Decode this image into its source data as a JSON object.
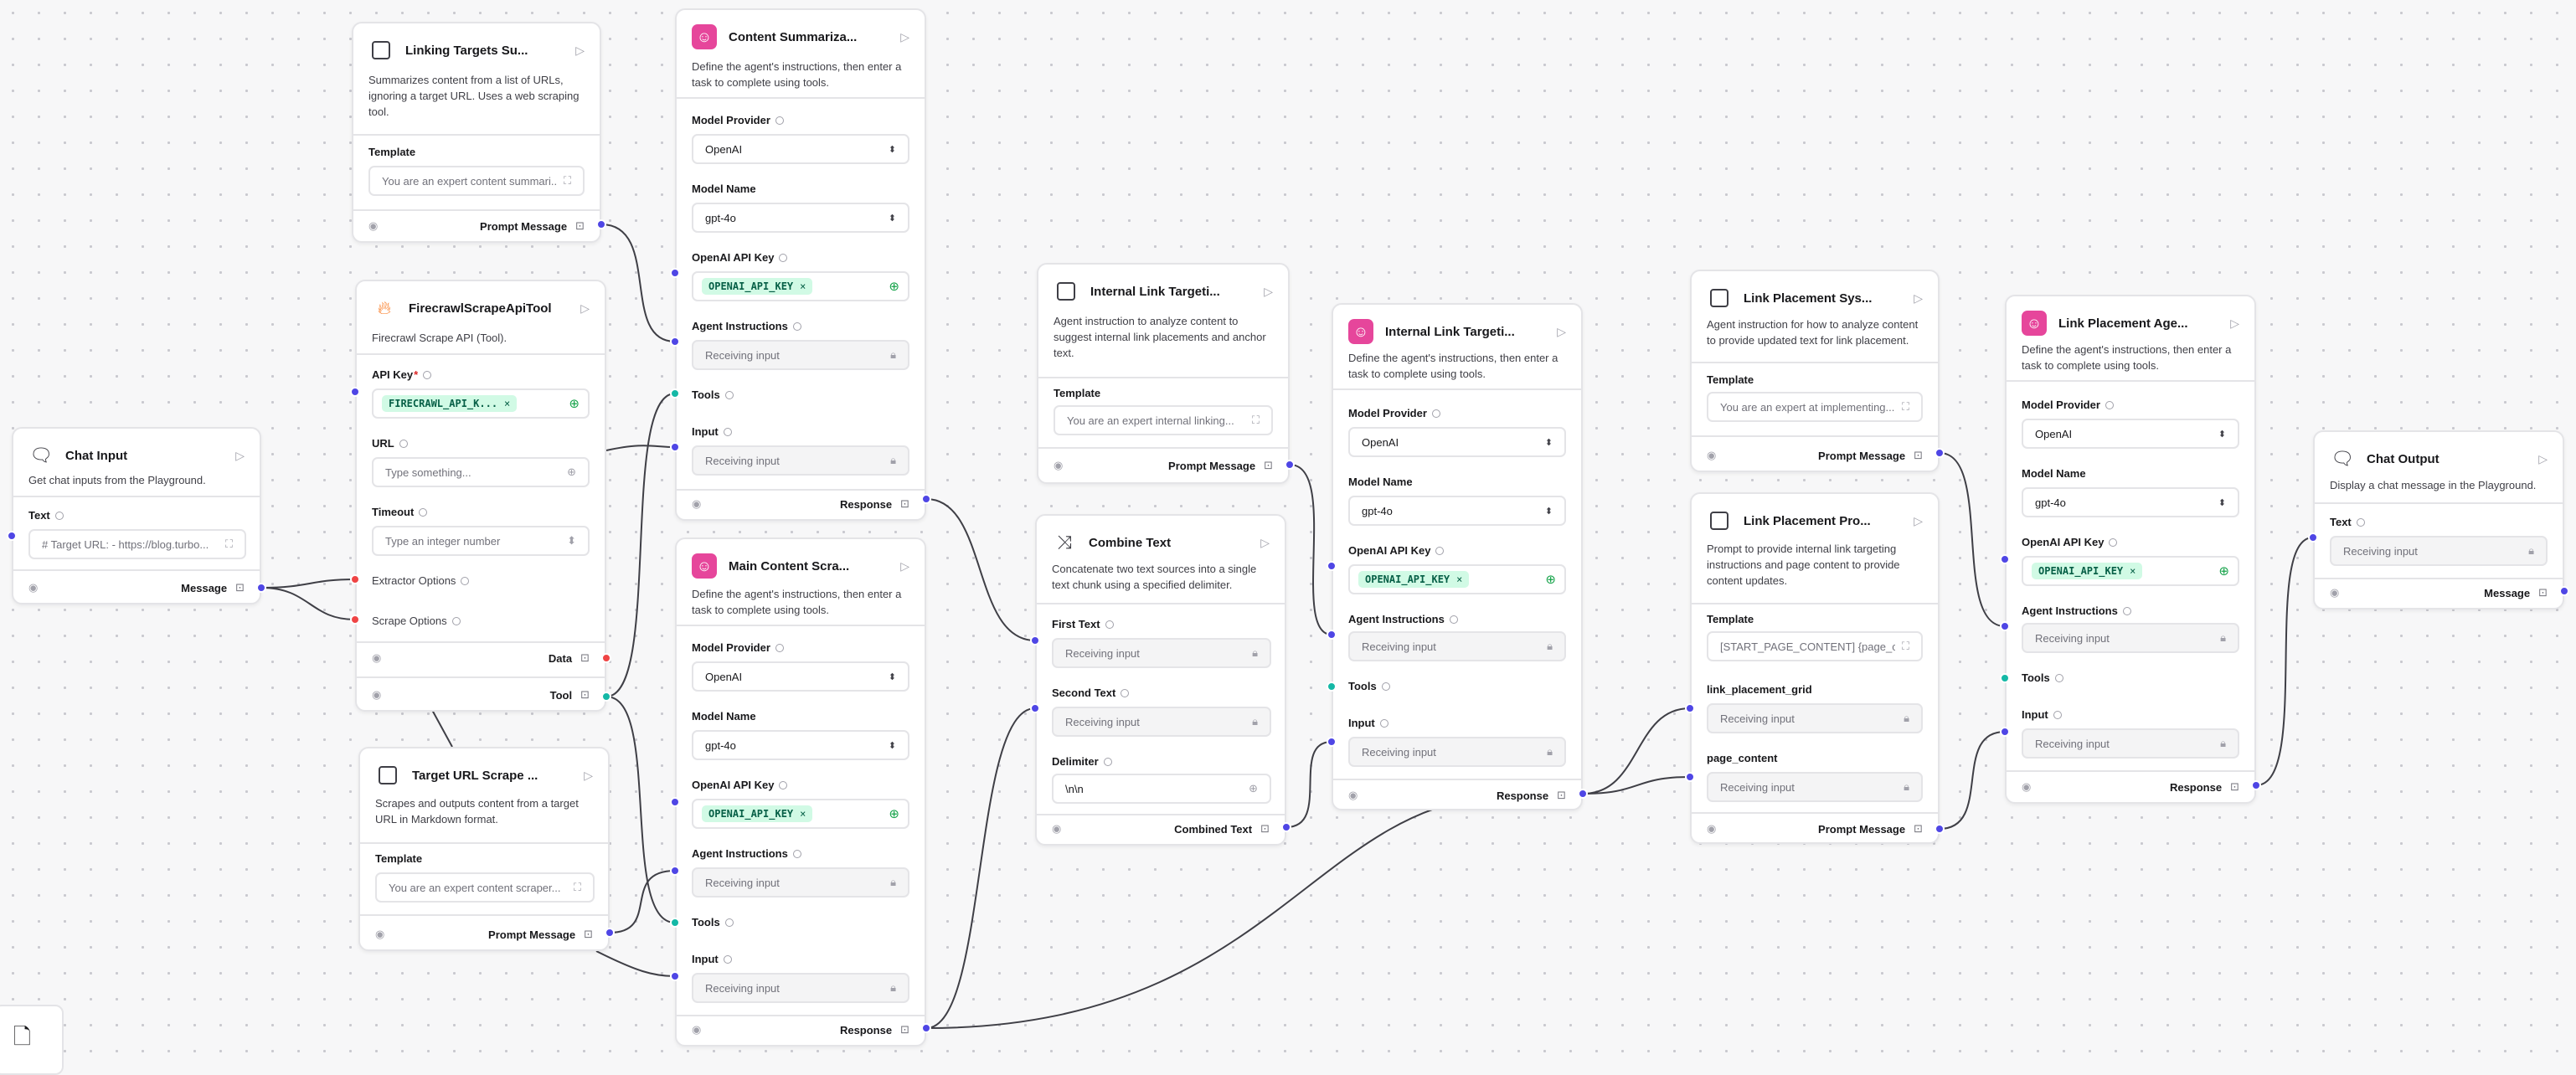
{
  "nodes": {
    "linking_targets": {
      "title": "Linking Targets Su...",
      "desc": "Summarizes content from a list of URLs, ignoring a target URL. Uses a web scraping tool.",
      "template_label": "Template",
      "template_value": "You are an expert content summari...",
      "output": "Prompt Message"
    },
    "content_summarizer": {
      "title": "Content Summariza...",
      "desc": "Define the agent's instructions, then enter a task to complete using tools.",
      "model_provider_label": "Model Provider",
      "model_provider": "OpenAI",
      "model_name_label": "Model Name",
      "model_name": "gpt-4o",
      "api_key_label": "OpenAI API Key",
      "api_key": "OPENAI_API_KEY",
      "agent_instructions_label": "Agent Instructions",
      "receiving": "Receiving input",
      "tools_label": "Tools",
      "input_label": "Input",
      "output": "Response"
    },
    "firecrawl": {
      "title": "FirecrawlScrapeApiTool",
      "desc": "Firecrawl Scrape API (Tool).",
      "api_key_label": "API Key",
      "api_key": "FIRECRAWL_API_K...",
      "url_label": "URL",
      "url_placeholder": "Type something...",
      "timeout_label": "Timeout",
      "timeout_placeholder": "Type an integer number",
      "extractor_label": "Extractor Options",
      "scrape_label": "Scrape Options",
      "out_data": "Data",
      "out_tool": "Tool"
    },
    "chat_input": {
      "title": "Chat Input",
      "desc": "Get chat inputs from the Playground.",
      "text_label": "Text",
      "text_value": "# Target URL: - https://blog.turbo...",
      "output": "Message"
    },
    "target_url": {
      "title": "Target URL Scrape ...",
      "desc": "Scrapes and outputs content from a target URL in Markdown format.",
      "template_label": "Template",
      "template_value": "You are an expert content scraper...",
      "output": "Prompt Message"
    },
    "main_content": {
      "title": "Main Content Scra...",
      "desc": "Define the agent's instructions, then enter a task to complete using tools.",
      "model_provider_label": "Model Provider",
      "model_provider": "OpenAI",
      "model_name_label": "Model Name",
      "model_name": "gpt-4o",
      "api_key_label": "OpenAI API Key",
      "api_key": "OPENAI_API_KEY",
      "agent_instructions_label": "Agent Instructions",
      "receiving": "Receiving input",
      "tools_label": "Tools",
      "input_label": "Input",
      "output": "Response"
    },
    "internal_link_prompt": {
      "title": "Internal Link Targeti...",
      "desc": "Agent instruction to analyze content to suggest internal link placements and anchor text.",
      "template_label": "Template",
      "template_value": "You are an expert internal linking...",
      "output": "Prompt Message"
    },
    "combine_text": {
      "title": "Combine Text",
      "desc": "Concatenate two text sources into a single text chunk using a specified delimiter.",
      "first_label": "First Text",
      "second_label": "Second Text",
      "delimiter_label": "Delimiter",
      "delimiter_value": "\\n\\n",
      "receiving": "Receiving input",
      "output": "Combined Text"
    },
    "internal_link_agent": {
      "title": "Internal Link Targeti...",
      "desc": "Define the agent's instructions, then enter a task to complete using tools.",
      "model_provider_label": "Model Provider",
      "model_provider": "OpenAI",
      "model_name_label": "Model Name",
      "model_name": "gpt-4o",
      "api_key_label": "OpenAI API Key",
      "api_key": "OPENAI_API_KEY",
      "agent_instructions_label": "Agent Instructions",
      "receiving": "Receiving input",
      "tools_label": "Tools",
      "input_label": "Input",
      "output": "Response"
    },
    "link_placement_sys": {
      "title": "Link Placement Sys...",
      "desc": "Agent instruction for how to analyze content to provide updated text for link placement.",
      "template_label": "Template",
      "template_value": "You are an expert at implementing...",
      "output": "Prompt Message"
    },
    "link_placement_pro": {
      "title": "Link Placement Pro...",
      "desc": "Prompt to provide internal link targeting instructions and page content to provide content updates.",
      "template_label": "Template",
      "template_value": "[START_PAGE_CONTENT] {page_cont...",
      "grid_label": "link_placement_grid",
      "page_label": "page_content",
      "receiving": "Receiving input",
      "output": "Prompt Message"
    },
    "link_placement_agent": {
      "title": "Link Placement Age...",
      "desc": "Define the agent's instructions, then enter a task to complete using tools.",
      "model_provider_label": "Model Provider",
      "model_provider": "OpenAI",
      "model_name_label": "Model Name",
      "model_name": "gpt-4o",
      "api_key_label": "OpenAI API Key",
      "api_key": "OPENAI_API_KEY",
      "agent_instructions_label": "Agent Instructions",
      "receiving": "Receiving input",
      "tools_label": "Tools",
      "input_label": "Input",
      "output": "Response"
    },
    "chat_output": {
      "title": "Chat Output",
      "desc": "Display a chat message in the Playground.",
      "text_label": "Text",
      "receiving": "Receiving input",
      "output": "Message"
    }
  },
  "colors": {
    "edge": "#3f3f46",
    "handle_blue": "#4f46e5",
    "handle_teal": "#14b8a6",
    "handle_red": "#ef4444",
    "agent_icon": "#e6469b",
    "key_badge_bg": "#d1fae5"
  },
  "icons": {
    "prompt": "prompt-icon",
    "agent": "agent-icon",
    "tool": "fire-icon",
    "chat": "chat-icon",
    "combine": "merge-icon",
    "run": "play-icon",
    "preview": "eye-icon",
    "output": "scan-icon",
    "expand": "expand-icon",
    "lock": "lock-icon",
    "globe": "globe-icon",
    "sticky_note": "sticky-note-icon"
  }
}
